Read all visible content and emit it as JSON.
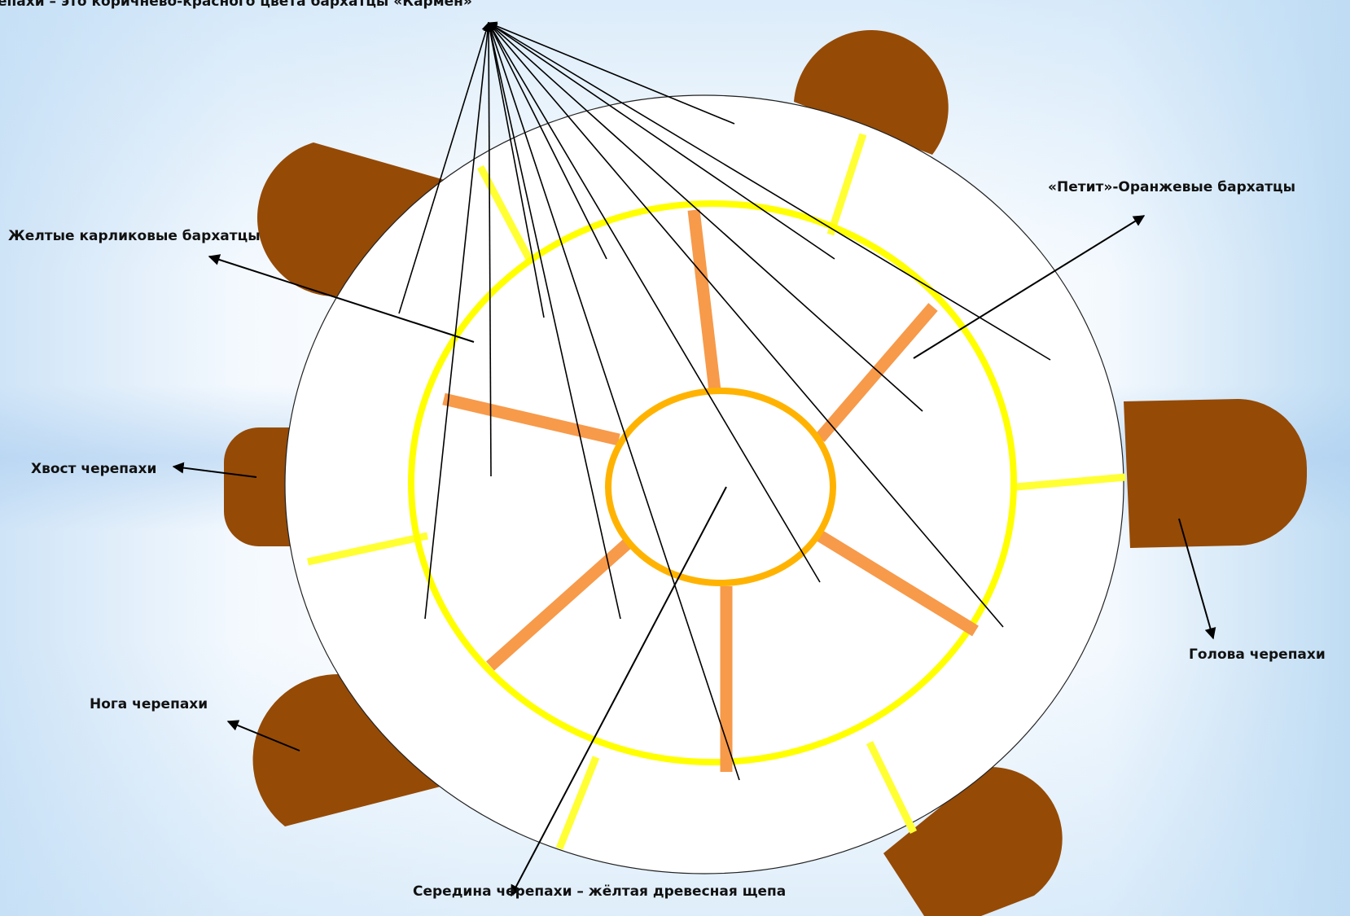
{
  "labels": {
    "carmen": "епахи – это коричнево-красного цвета бархатцы «Кармен»",
    "yellow_dwarf": "Желтые карликовые бархатцы",
    "petit": "«Петит»-Оранжевые бархатцы",
    "tail": "Хвост черепахи",
    "head": "Голова черепахи",
    "leg": "Нога черепахи",
    "middle": "Середина черепахи – жёлтая древесная  щепа"
  },
  "colors": {
    "body_fill": "#ffffff",
    "limb": "#954a06",
    "yellow_ring": "#ffff00",
    "yellow_spoke": "#ffff33",
    "center_ring": "#ffb300",
    "orange_spoke": "#f79a4a",
    "line": "#000000"
  }
}
